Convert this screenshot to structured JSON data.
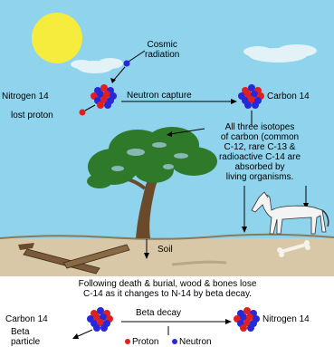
{
  "labels": {
    "cosmic_radiation": [
      "Cosmic",
      "radiation"
    ],
    "nitrogen_top": "Nitrogen 14",
    "neutron_capture": "Neutron capture",
    "carbon_top": "Carbon 14",
    "lost_proton": "lost proton",
    "isotopes_note": [
      "All three isotopes",
      "of carbon (common",
      "C-12, rare C-13 &",
      "radioactive C-14 are",
      "absorbed by",
      "living organisms."
    ],
    "soil": "Soil",
    "decay_note": [
      "Following death & burial, wood & bones lose",
      "C-14 as it changes to N-14 by beta decay."
    ],
    "carbon_bottom": "Carbon 14",
    "beta_decay": "Beta decay",
    "nitrogen_bottom": "Nitrogen 14",
    "beta_particle": [
      "Beta",
      "particle"
    ]
  },
  "legend": [
    {
      "label": "Proton",
      "color": "#e02020"
    },
    {
      "label": "Neutron",
      "color": "#2828d8"
    }
  ],
  "colors": {
    "sky": "#8fd3ec",
    "sun": "#f6ec3e",
    "soil": "#d8c8a8",
    "ground_line": "#8a7a5c",
    "tree_foliage": "#2f7a2a",
    "trunk": "#6b4a2c",
    "horse": "#f4f4f4",
    "proton": "#e02020",
    "neutron": "#2828d8"
  }
}
